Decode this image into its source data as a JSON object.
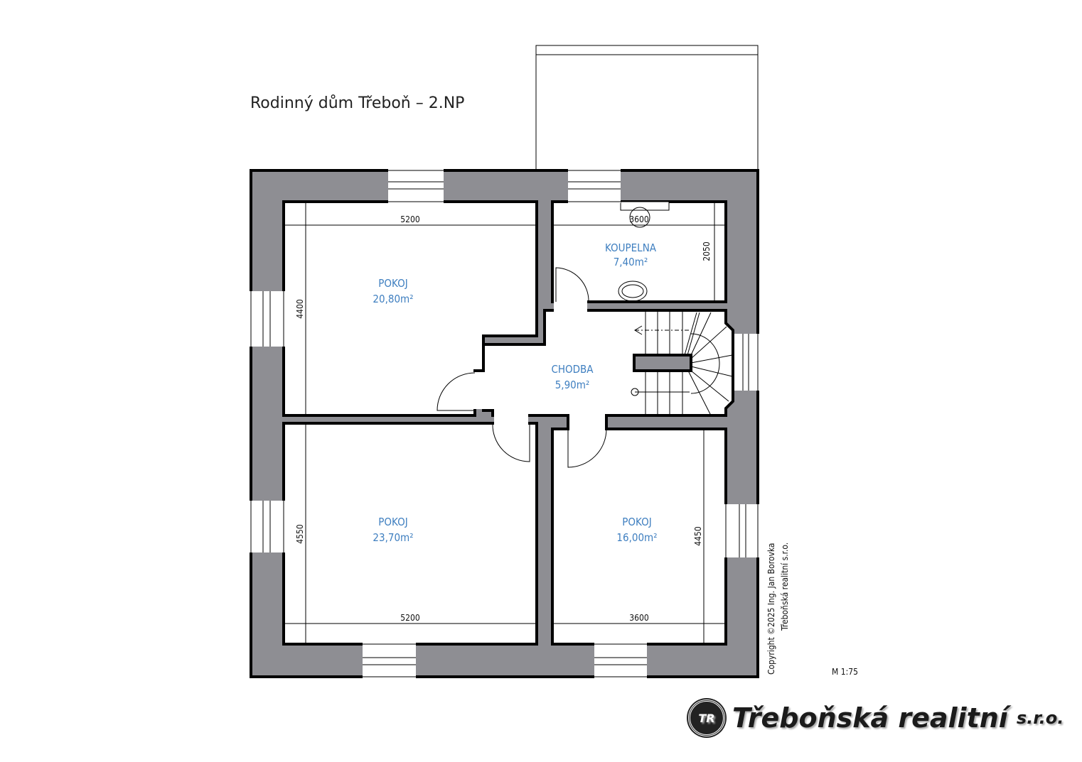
{
  "title": "Rodinný dům Třeboň – 2.NP",
  "rooms": {
    "pokoj1": {
      "name": "POKOJ",
      "area": "20,80m²"
    },
    "pokoj2": {
      "name": "POKOJ",
      "area": "23,70m²"
    },
    "pokoj3": {
      "name": "POKOJ",
      "area": "16,00m²"
    },
    "koupelna": {
      "name": "KOUPELNA",
      "area": "7,40m²"
    },
    "chodba": {
      "name": "CHODBA",
      "area": "5,90m²"
    }
  },
  "dimensions": {
    "top_left": "5200",
    "top_right": "3600",
    "left_upper": "4400",
    "koupelna_height": "2050",
    "left_lower": "4550",
    "right_lower": "4450",
    "bottom_left": "5200",
    "bottom_right": "3600"
  },
  "copyright": {
    "line1": "Copyright ©2025 Ing. Jan Borovka",
    "line2": "Třeboňská realitní s.r.o."
  },
  "scale": "M 1:75",
  "logo": {
    "badge": "TR",
    "name": "Třeboňská realitní",
    "suffix": "s.r.o."
  },
  "colors": {
    "wall": "#8e8e93",
    "room_label": "#3f7fc0"
  }
}
